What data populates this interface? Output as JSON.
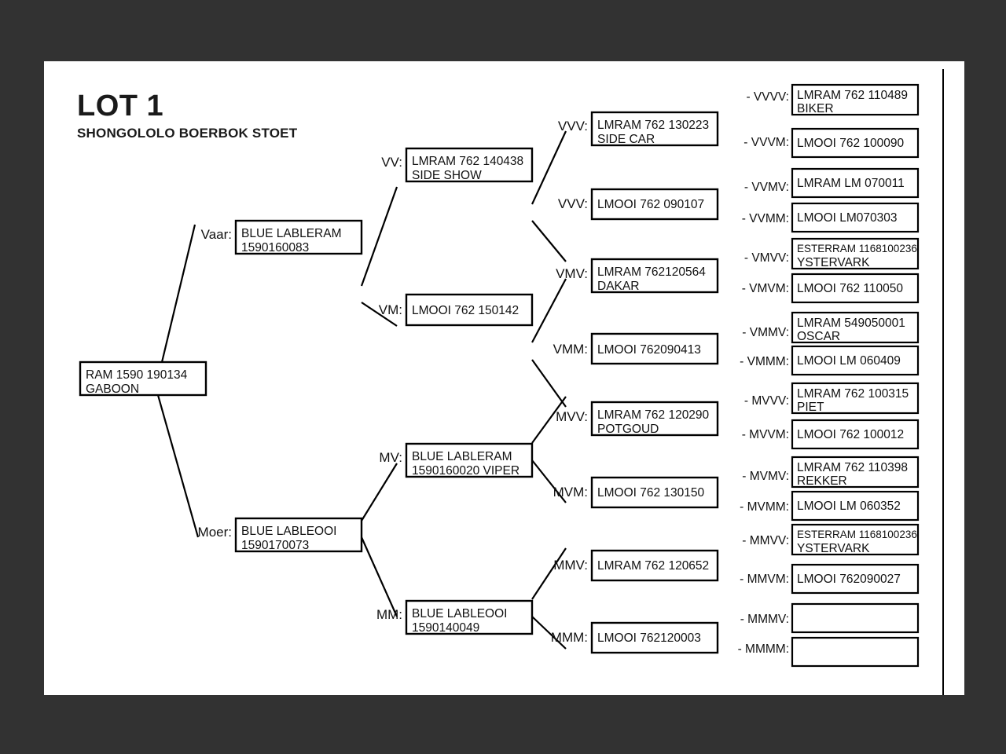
{
  "page": {
    "background_color": "#323232",
    "paper_color": "#ffffff"
  },
  "header": {
    "title": "LOT 1",
    "subtitle": "SHONGOLOLO BOERBOK STOET"
  },
  "pedigree": {
    "root": {
      "label": "",
      "line1": "RAM 1590 190134",
      "line2": "GABOON"
    },
    "gen1": [
      {
        "label": "Vaar:",
        "line1": "BLUE LABLERAM",
        "line2": "1590160083"
      },
      {
        "label": "Moer:",
        "line1": "BLUE LABLEOOI",
        "line2": "1590170073"
      }
    ],
    "gen2": [
      {
        "label": "VV:",
        "line1": "LMRAM 762 140438",
        "line2": "SIDE SHOW"
      },
      {
        "label": "VM:",
        "line1": "LMOOI 762 150142",
        "line2": ""
      },
      {
        "label": "MV:",
        "line1": "BLUE LABLERAM",
        "line2": "1590160020 VIPER"
      },
      {
        "label": "MM:",
        "line1": "BLUE LABLEOOI",
        "line2": "1590140049"
      }
    ],
    "gen3": [
      {
        "label": "VVV:",
        "line1": "LMRAM 762 130223",
        "line2": "SIDE CAR"
      },
      {
        "label": "VVV:",
        "line1": "LMOOI 762 090107",
        "line2": ""
      },
      {
        "label": "VMV:",
        "line1": "LMRAM 762120564",
        "line2": "DAKAR"
      },
      {
        "label": "VMM:",
        "line1": "LMOOI 762090413",
        "line2": ""
      },
      {
        "label": "MVV:",
        "line1": "LMRAM 762 120290",
        "line2": "POTGOUD"
      },
      {
        "label": "MVM:",
        "line1": "LMOOI 762 130150",
        "line2": ""
      },
      {
        "label": "MMV:",
        "line1": "LMRAM 762 120652",
        "line2": ""
      },
      {
        "label": "MMM:",
        "line1": "LMOOI 762120003",
        "line2": ""
      }
    ],
    "gen4": [
      {
        "label": "- VVVV:",
        "line1": "LMRAM 762 110489",
        "line2": "BIKER",
        "small": false
      },
      {
        "label": "- VVVM:",
        "line1": "LMOOI 762 100090",
        "line2": "",
        "small": false
      },
      {
        "label": "- VVMV:",
        "line1": "LMRAM LM 070011",
        "line2": "",
        "small": false
      },
      {
        "label": "- VVMM:",
        "line1": "LMOOI LM070303",
        "line2": "",
        "small": false
      },
      {
        "label": "- VMVV:",
        "line1": "ESTERRAM 1168100236",
        "line2": "YSTERVARK",
        "small": true
      },
      {
        "label": "- VMVM:",
        "line1": "LMOOI 762 110050",
        "line2": "",
        "small": false
      },
      {
        "label": "- VMMV:",
        "line1": "LMRAM 549050001",
        "line2": "OSCAR",
        "small": false
      },
      {
        "label": "- VMMM:",
        "line1": "LMOOI LM 060409",
        "line2": "",
        "small": false
      },
      {
        "label": "- MVVV:",
        "line1": "LMRAM 762 100315",
        "line2": "PIET",
        "small": false
      },
      {
        "label": "- MVVM:",
        "line1": "LMOOI 762 100012",
        "line2": "",
        "small": false
      },
      {
        "label": "- MVMV:",
        "line1": "LMRAM 762 110398",
        "line2": "REKKER",
        "small": false
      },
      {
        "label": "- MVMM:",
        "line1": "LMOOI LM 060352",
        "line2": "",
        "small": false
      },
      {
        "label": "- MMVV:",
        "line1": "ESTERRAM 1168100236",
        "line2": "YSTERVARK",
        "small": true
      },
      {
        "label": "- MMVM:",
        "line1": "LMOOI 762090027",
        "line2": "",
        "small": false
      },
      {
        "label": "- MMMV:",
        "line1": "",
        "line2": "",
        "small": false
      },
      {
        "label": "- MMMM:",
        "line1": "",
        "line2": "",
        "small": false
      }
    ]
  }
}
